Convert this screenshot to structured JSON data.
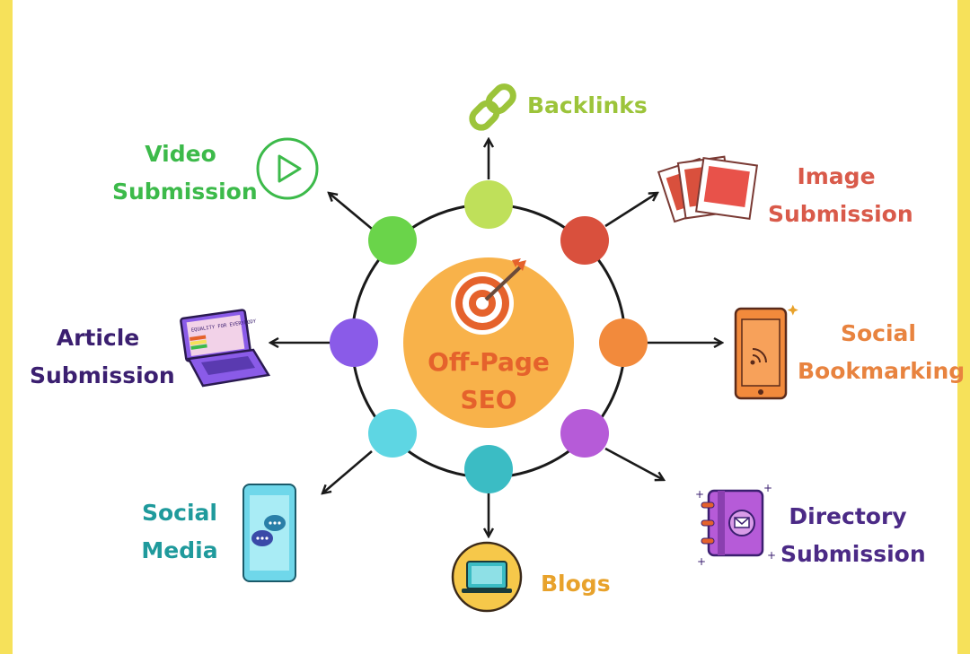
{
  "center": {
    "line1": "Off-Page",
    "line2": "SEO"
  },
  "items": {
    "backlinks": {
      "lines": [
        "Backlinks"
      ],
      "color": "#9cc43a",
      "node_color": "#bfe05a",
      "icon": "link-icon"
    },
    "image": {
      "lines": [
        "Image",
        "Submission"
      ],
      "color": "#d95a4a",
      "node_color": "#d9503d",
      "icon": "photos-icon"
    },
    "social_bm": {
      "lines": [
        "Social",
        "Bookmarking"
      ],
      "color": "#e8833f",
      "node_color": "#f28a3c",
      "icon": "smartphone-icon"
    },
    "directory": {
      "lines": [
        "Directory",
        "Submission"
      ],
      "color": "#4b2a86",
      "node_color": "#b65bd8",
      "icon": "address-book-icon"
    },
    "blogs": {
      "lines": [
        "Blogs"
      ],
      "color": "#e8a22b",
      "node_color": "#3bbcc4",
      "icon": "laptop-icon"
    },
    "social_media": {
      "lines": [
        "Social",
        "Media"
      ],
      "color": "#1f9a9c",
      "node_color": "#5ed6e3",
      "icon": "chat-phone-icon"
    },
    "article": {
      "lines": [
        "Article",
        "Submission"
      ],
      "color": "#3b1f70",
      "node_color": "#8a5be8",
      "icon": "laptop-article-icon",
      "screen_text": "EQUALITY FOR EVERYBODY"
    },
    "video": {
      "lines": [
        "Video",
        "Submission"
      ],
      "color": "#3cba4a",
      "node_color": "#6ad44a",
      "icon": "play-icon"
    }
  },
  "colors": {
    "frame": "#f6e15a",
    "ring": "#1a1a1a",
    "center_fill": "#f8b24a",
    "center_text": "#e5622c",
    "target_red": "#e5622c"
  }
}
